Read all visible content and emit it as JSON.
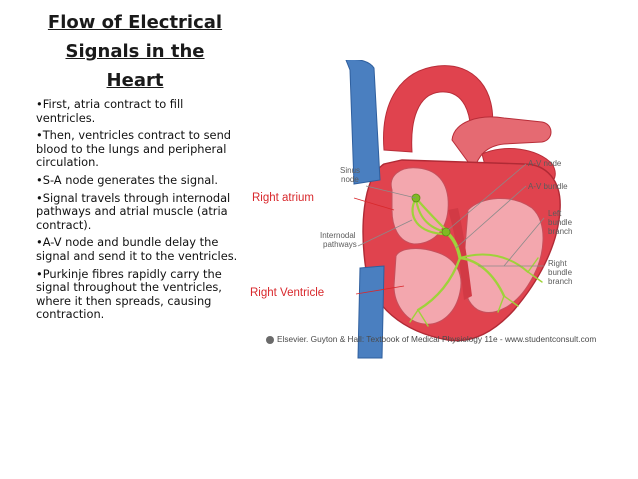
{
  "title": {
    "lines": [
      "Flow of Electrical",
      "Signals in the",
      "Heart"
    ]
  },
  "bullets": [
    "•First, atria contract to fill ventricles.",
    "•Then, ventricles contract to send blood to the lungs and peripheral circulation.",
    "•S-A node generates the signal.",
    "•Signal travels through internodal pathways and atrial muscle (atria contract).",
    "•A-V node and bundle delay the signal and send it to the ventricles.",
    "•Purkinje fibres rapidly carry the signal throughout the ventricles, where it then spreads, causing contraction."
  ],
  "diagram": {
    "labels": {
      "sinus_node": [
        "Sinus",
        "node"
      ],
      "right_atrium": "Right atrium",
      "internodal_pathways": [
        "Internodal",
        "pathways"
      ],
      "right_ventricle": "Right Ventricle",
      "av_node": "A-V node",
      "av_bundle": "A-V bundle",
      "left_bundle_branch": [
        "Left",
        "bundle",
        "branch"
      ],
      "right_bundle_branch": [
        "Right",
        "bundle",
        "branch"
      ]
    },
    "colors": {
      "label_red": "#d8282c",
      "label_gray": "#5c5c5c",
      "heart_red": "#e0434e",
      "heart_pink": "#f3a7ae",
      "vein_blue": "#4a7fc0",
      "conduction_green": "#9fd23a"
    }
  },
  "caption": {
    "icon": "copyright-icon",
    "text": "Elsevier. Guyton & Hall: Textbook of Medical Physiology 11e - www.studentconsult.com"
  }
}
